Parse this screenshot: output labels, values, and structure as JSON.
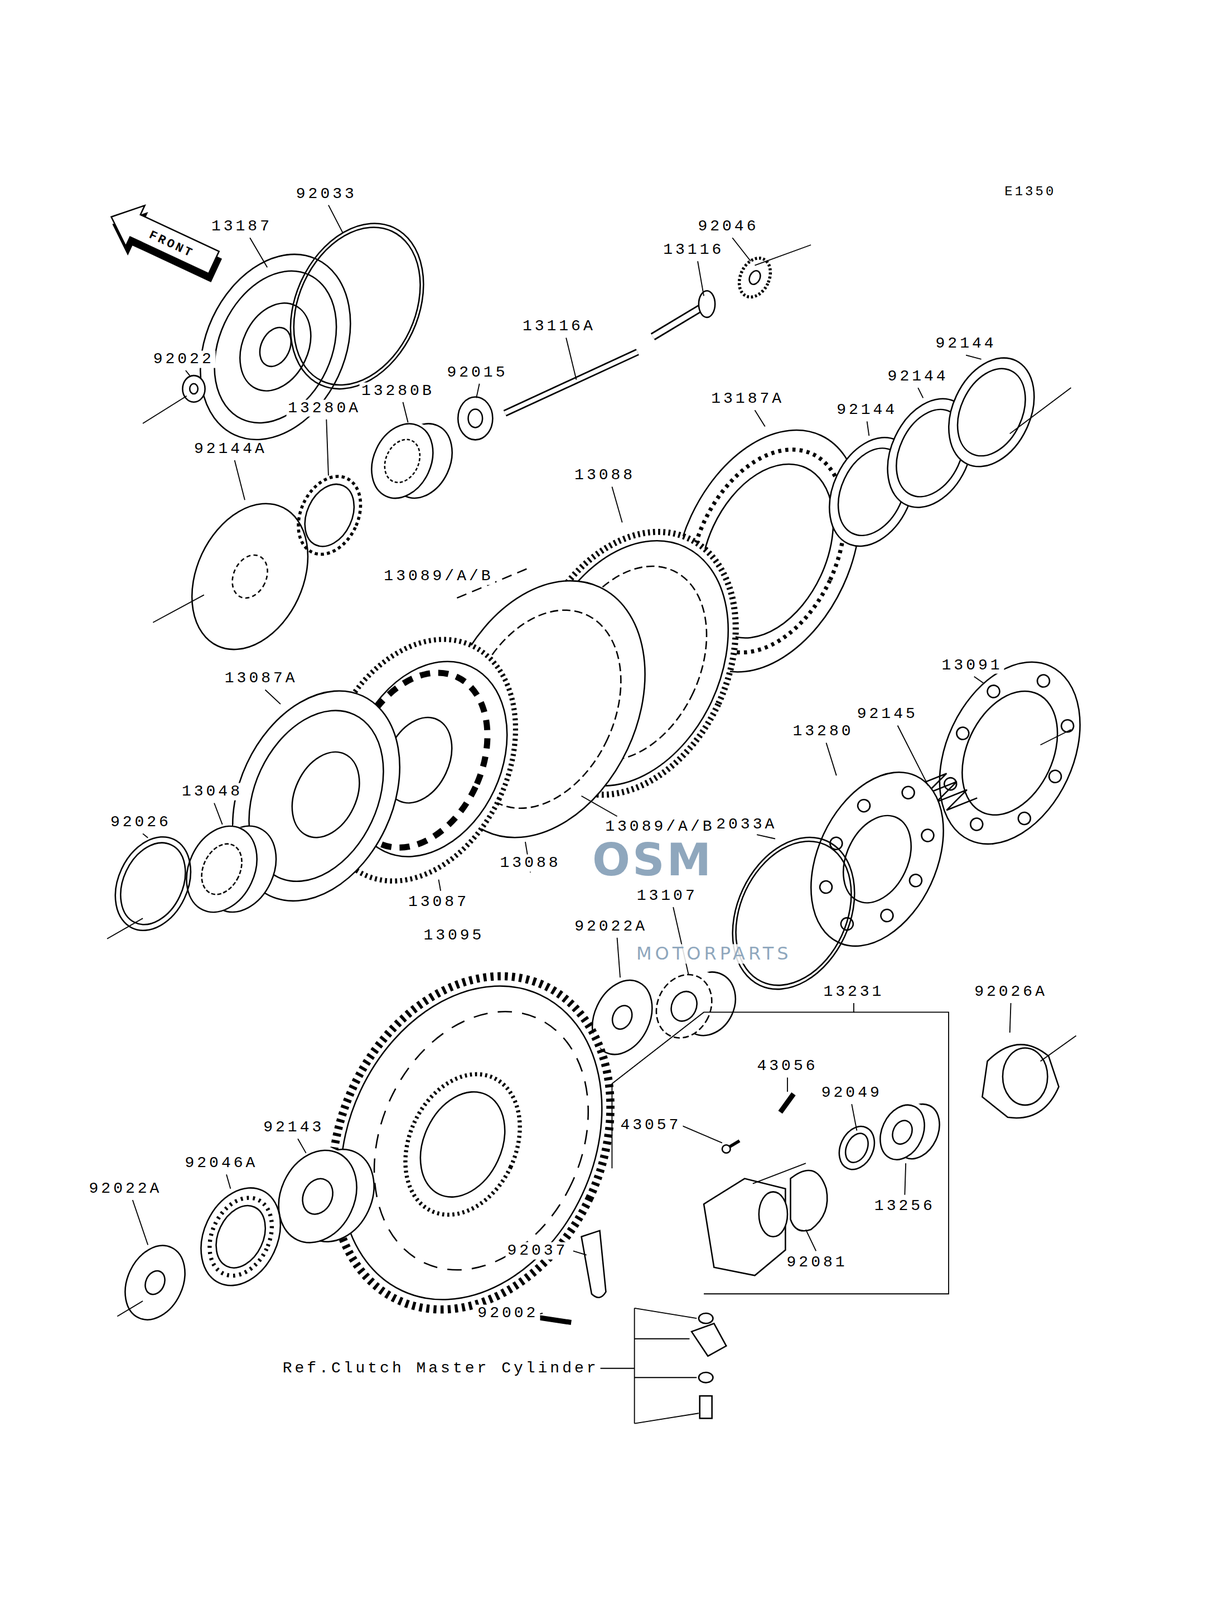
{
  "diagram": {
    "labels": [
      "E1350",
      "FRONT",
      "92033",
      "13187",
      "92046",
      "13116",
      "13116A",
      "92022",
      "92015",
      "13280B",
      "13280A",
      "13187A",
      "92144",
      "92144",
      "92144",
      "92144A",
      "13088",
      "13089/A/B",
      "13087A",
      "13091",
      "92145",
      "13280",
      "13048",
      "92026",
      "92033A",
      "13089/A/B",
      "13088",
      "13087",
      "13107",
      "13095",
      "92022A",
      "13231",
      "92026A",
      "43056",
      "92049",
      "43057",
      "92143",
      "92046A",
      "92022A",
      "13256",
      "92081",
      "92037",
      "92002",
      "Ref.Clutch Master Cylinder",
      "OSM",
      "MOTORPARTS"
    ]
  }
}
